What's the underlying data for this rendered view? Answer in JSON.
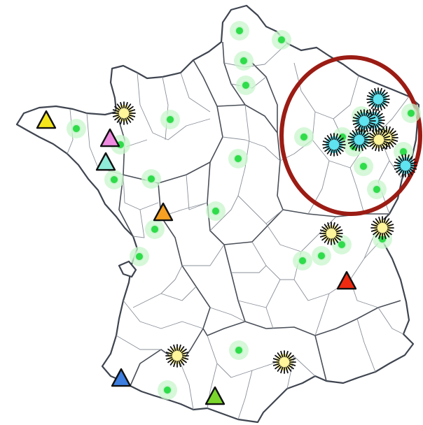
{
  "colors": {
    "land_outline": "#3f4550",
    "highlight_circle": "#9b1c14",
    "green_dot": "#2fdc4a",
    "green_halo": "#c8f5cc",
    "burst_fill": "#fff59a",
    "burst_rays": "#111111",
    "cyan_burst_fill": "#5fe3f0"
  },
  "markers": {
    "green_dots": 29,
    "yellow_bursts": 7,
    "cyan_bursts": 6,
    "triangles": [
      {
        "name": "yellow-triangle",
        "color": "#f5e61c"
      },
      {
        "name": "pink-triangle",
        "color": "#f08ae0"
      },
      {
        "name": "teal-triangle",
        "color": "#8fead8"
      },
      {
        "name": "orange-triangle",
        "color": "#f5a023"
      },
      {
        "name": "red-triangle",
        "color": "#ee2a10"
      },
      {
        "name": "blue-triangle",
        "color": "#3d7ee0"
      },
      {
        "name": "lime-triangle",
        "color": "#7ad62a"
      }
    ]
  }
}
